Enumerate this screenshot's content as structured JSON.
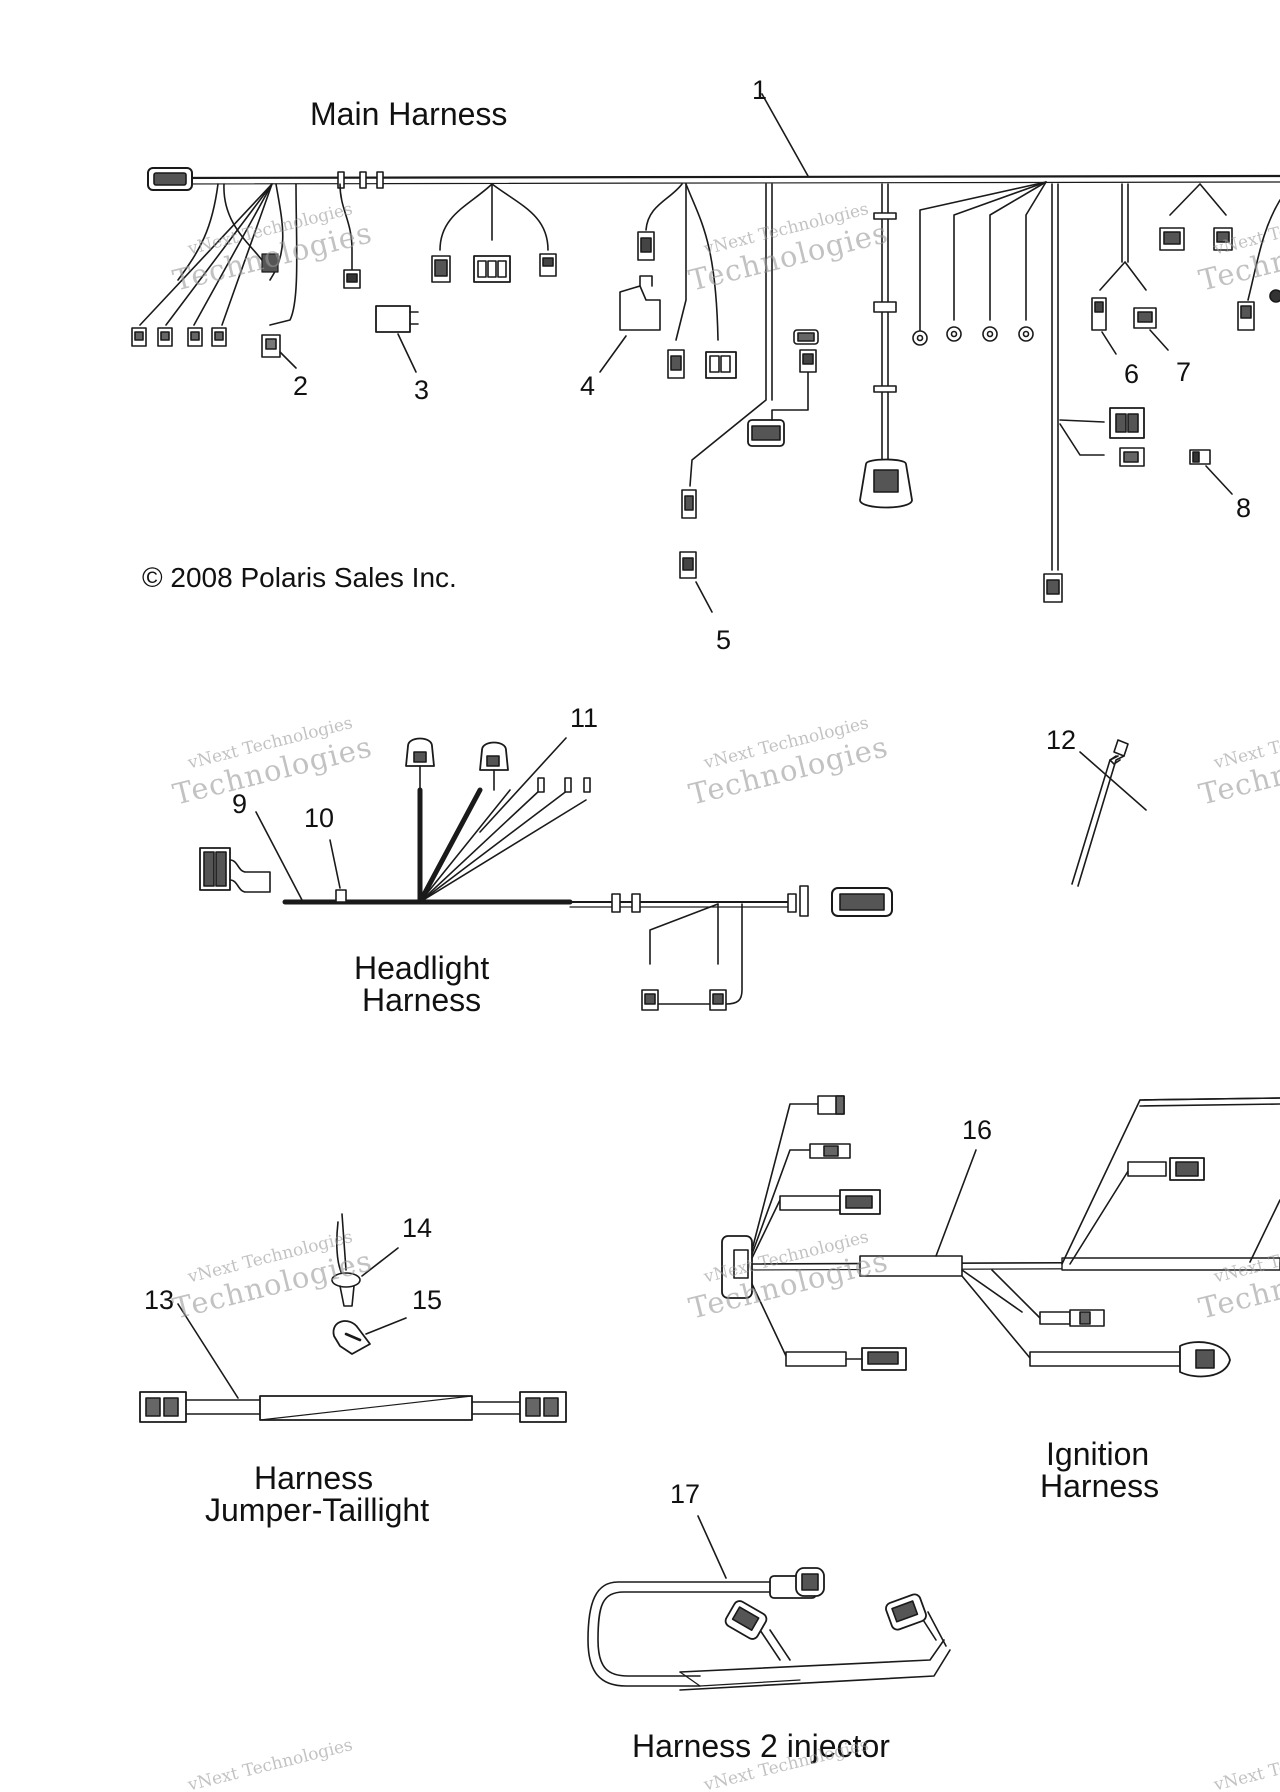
{
  "titles": {
    "main": "Main Harness",
    "headlight_1": "Headlight",
    "headlight_2": "Harness",
    "jumper_1": "Harness",
    "jumper_2": "Jumper-Taillight",
    "ignition_1": "Ignition",
    "ignition_2": "Harness",
    "injector": "Harness 2 injector"
  },
  "copyright": "© 2008 Polaris Sales Inc.",
  "callouts": [
    "1",
    "2",
    "3",
    "4",
    "5",
    "6",
    "7",
    "8",
    "9",
    "10",
    "11",
    "12",
    "13",
    "14",
    "15",
    "16",
    "17"
  ],
  "watermark": {
    "line1": "vNext Technologies",
    "line2": "Technologies"
  },
  "colors": {
    "ink": "#1a1a1a",
    "watermark": "#9a9a9a"
  }
}
